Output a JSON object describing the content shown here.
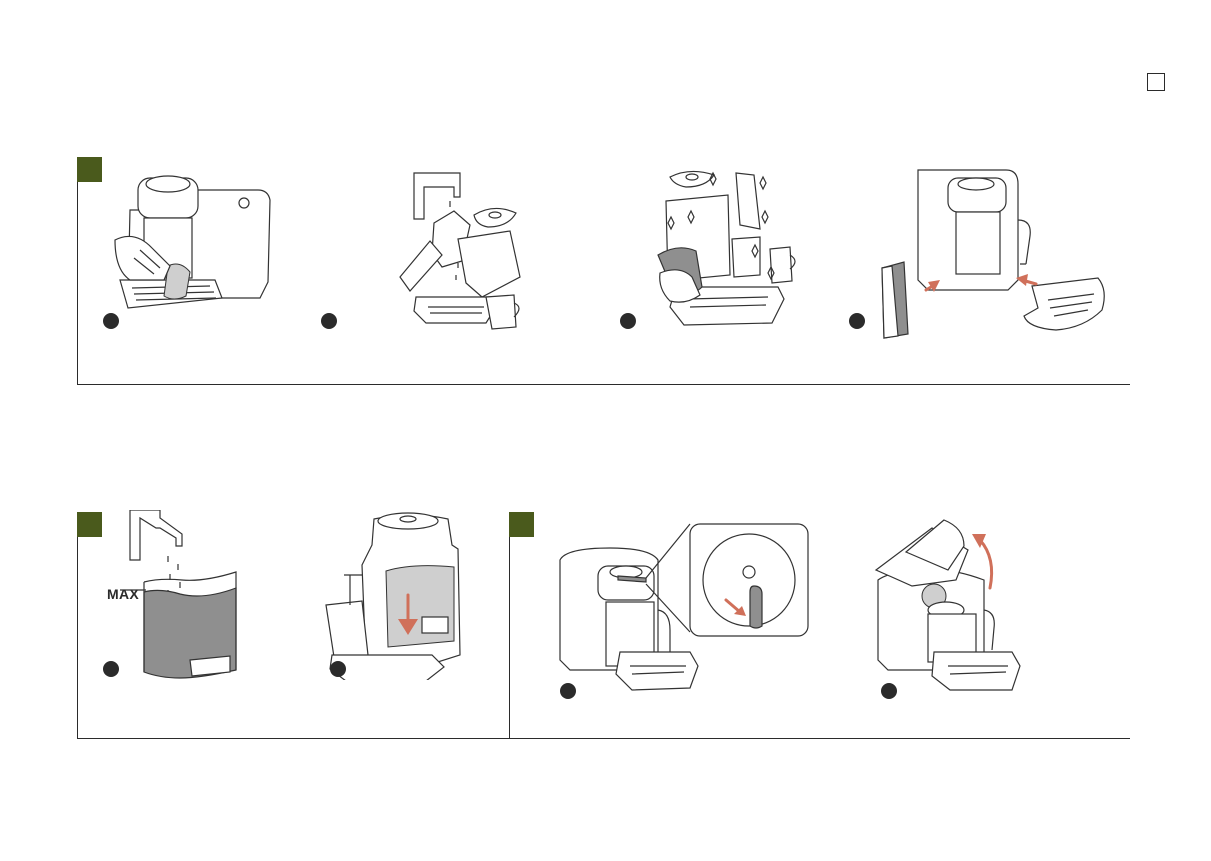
{
  "tank": {
    "max_label": "MAX"
  },
  "colors": {
    "section_tab": "#4a5a1c",
    "arrow": "#d0705a",
    "line": "#2b2b2b"
  },
  "sections": [
    {
      "id": "a",
      "steps": 4
    },
    {
      "id": "b",
      "steps": 2
    },
    {
      "id": "c",
      "steps": 2
    }
  ]
}
